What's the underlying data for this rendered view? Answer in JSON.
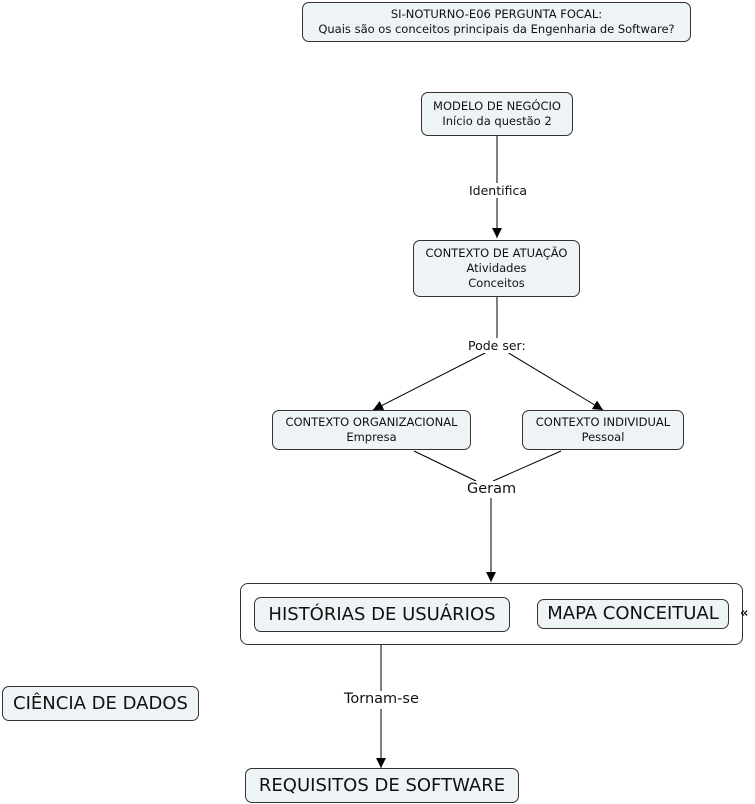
{
  "focal": {
    "line1": "SI-NOTURNO-E06 PERGUNTA FOCAL:",
    "line2": "Quais são os conceitos principais da Engenharia de Software?"
  },
  "nodes": {
    "modelo": {
      "line1": "MODELO DE NEGÓCIO",
      "line2": "Início da questão 2"
    },
    "contexto_atuacao": {
      "line1": "CONTEXTO DE ATUAÇÃO",
      "line2": "Atividades",
      "line3": "Conceitos"
    },
    "contexto_org": {
      "line1": "CONTEXTO ORGANIZACIONAL",
      "line2": "Empresa"
    },
    "contexto_ind": {
      "line1": "CONTEXTO INDIVIDUAL",
      "line2": "Pessoal"
    },
    "historias": "HISTÓRIAS DE USUÁRIOS",
    "mapa": "MAPA CONCEITUAL",
    "requisitos": "REQUISITOS DE SOFTWARE",
    "ciencia": "CIÊNCIA DE DADOS"
  },
  "links": {
    "identifica": "Identifica",
    "pode_ser": "Pode ser:",
    "geram": "Geram",
    "tornam_se": "Tornam-se"
  },
  "group": {
    "collapse_icon": "«"
  }
}
